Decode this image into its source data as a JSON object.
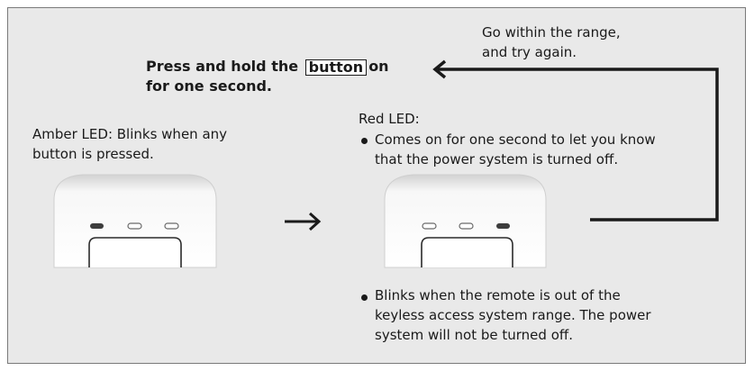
{
  "press_instruction": {
    "line1_before": "Press and hold the",
    "button_word": "button",
    "line1_after": "on",
    "line2": "for one second."
  },
  "range_note": {
    "line1": "Go within the range,",
    "line2": "and try again."
  },
  "amber_led": {
    "line1": "Amber LED: Blinks when any",
    "line2": "button is pressed."
  },
  "red_led": {
    "title": "Red LED:",
    "bullet1_line1": "Comes on for one second to let you know",
    "bullet1_line2": "that the power system is turned off."
  },
  "out_of_range": {
    "line1": "Blinks when the remote is out of the",
    "line2": "keyless access system range. The power",
    "line3": "system will not be turned off."
  }
}
